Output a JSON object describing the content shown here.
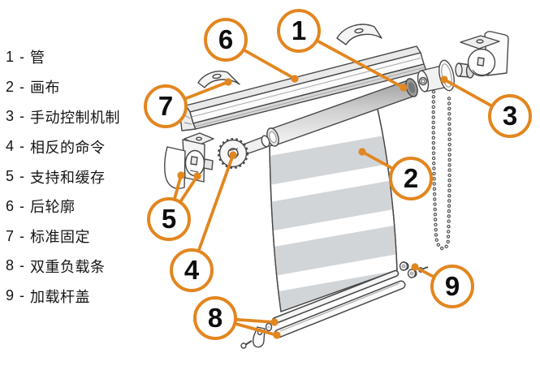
{
  "legend": {
    "separator": "-",
    "items": [
      {
        "num": "1",
        "label": "管"
      },
      {
        "num": "2",
        "label": "画布"
      },
      {
        "num": "3",
        "label": "手动控制机制"
      },
      {
        "num": "4",
        "label": "相反的命令"
      },
      {
        "num": "5",
        "label": "支持和缓存"
      },
      {
        "num": "6",
        "label": "后轮廓"
      },
      {
        "num": "7",
        "label": "标准固定"
      },
      {
        "num": "8",
        "label": "双重负载条"
      },
      {
        "num": "9",
        "label": "加载杆盖"
      }
    ]
  },
  "callouts": [
    {
      "number": "1"
    },
    {
      "number": "2"
    },
    {
      "number": "3"
    },
    {
      "number": "4"
    },
    {
      "number": "5"
    },
    {
      "number": "6"
    },
    {
      "number": "7"
    },
    {
      "number": "8"
    },
    {
      "number": "9"
    }
  ],
  "colors": {
    "accent": "#E2861F",
    "line": "#474747",
    "stripe": "#D2D5D8"
  }
}
